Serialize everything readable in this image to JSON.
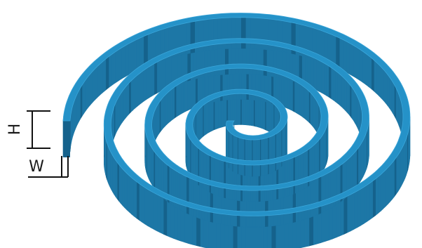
{
  "diagram": {
    "colors": {
      "top_face": "#2592c8",
      "wall_face": "#1d77a6",
      "wall_shadow": "#15628c",
      "edge_highlight": "#3aa6da",
      "dimension_ink": "#111111"
    },
    "labels": {
      "height": "H",
      "width": "W"
    },
    "spiral": {
      "turns": 4,
      "extruded": true
    }
  }
}
